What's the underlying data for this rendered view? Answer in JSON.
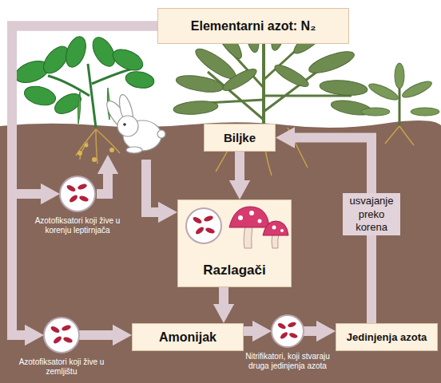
{
  "diagram": {
    "nodes": [
      {
        "text": [
          "Elementarni azot: N₂"
        ]
      },
      {
        "text": [
          "Biljke"
        ]
      },
      {
        "text": [
          "Razlagači"
        ]
      },
      {
        "text": [
          "Amonijak"
        ]
      },
      {
        "text": [
          "Jedinjenja azota"
        ]
      },
      {
        "text": [
          "Azotofiksatori koji žive u korenju leptirnjača"
        ]
      },
      {
        "text": [
          "Azotofiksatori koji žive u zemljištu"
        ]
      },
      {
        "text": [
          "Nitrifikatori, koji stvaraju druga jedinjenja azota"
        ]
      }
    ],
    "edges": [
      {
        "from": 0,
        "to": 5,
        "arrow": "to"
      },
      {
        "from": 0,
        "to": 6,
        "arrow": "to"
      },
      {
        "from": 1,
        "to": 2,
        "arrow": "to"
      },
      {
        "from": 2,
        "to": 3,
        "arrow": "to"
      },
      {
        "from": 6,
        "to": 3,
        "arrow": "to"
      },
      {
        "from": 3,
        "to": 7,
        "arrow": "to"
      },
      {
        "from": 7,
        "to": 4,
        "arrow": "to"
      },
      {
        "from": 4,
        "to": 1,
        "arrow": "to",
        "label": "usvajanje preko korena"
      }
    ]
  }
}
